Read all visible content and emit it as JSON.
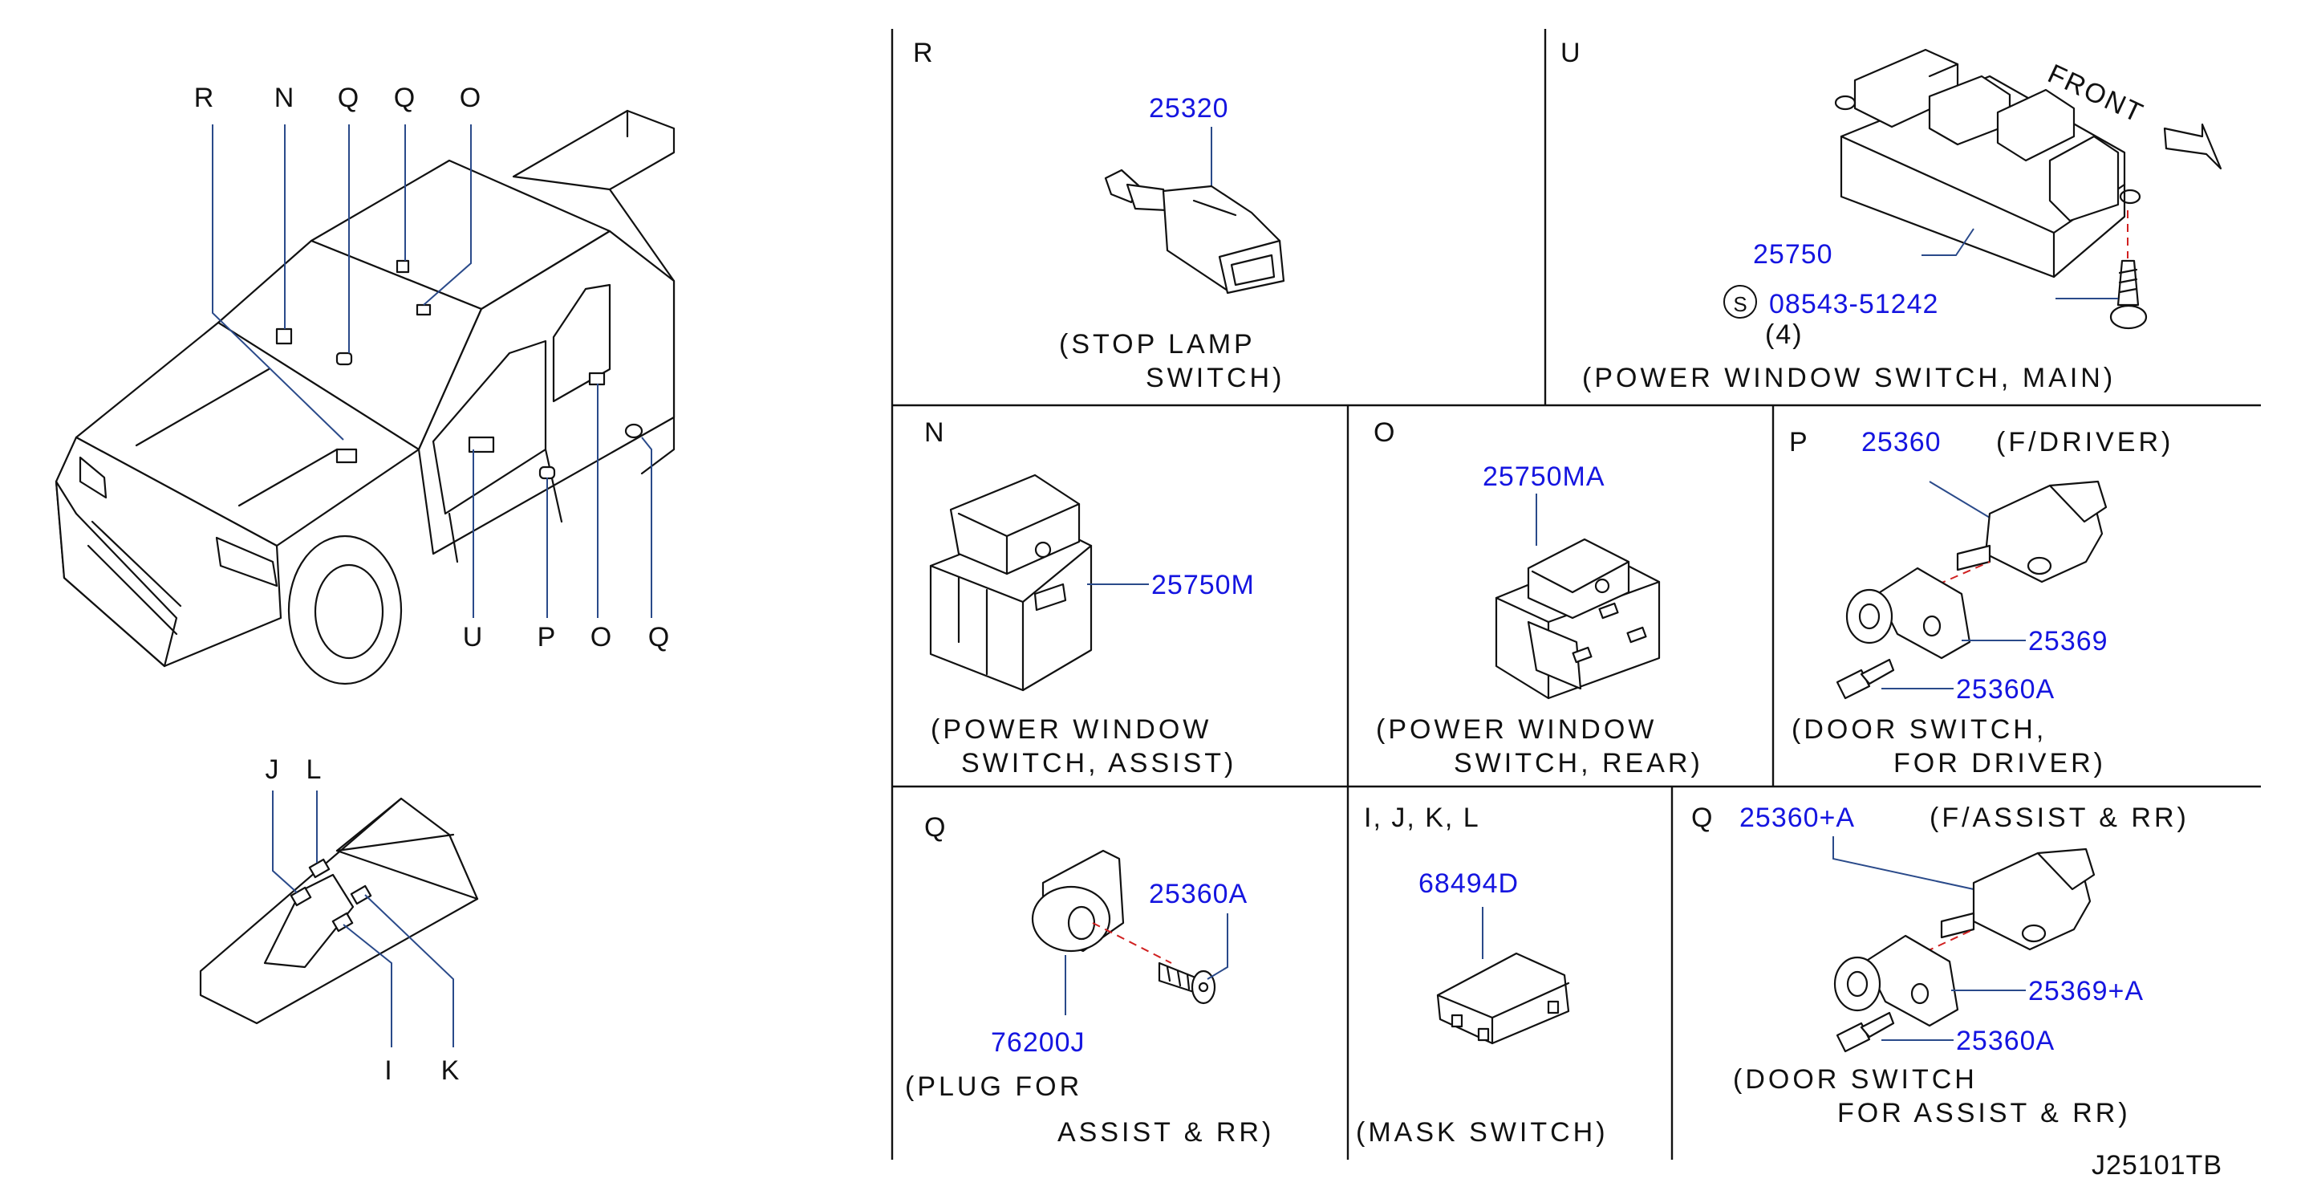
{
  "overview": {
    "car_labels_top": [
      "R",
      "N",
      "Q",
      "Q",
      "O"
    ],
    "car_labels_bottom": [
      "U",
      "P",
      "O",
      "Q"
    ],
    "console_labels_top": [
      "J",
      "L"
    ],
    "console_labels_bottom": [
      "I",
      "K"
    ]
  },
  "panels": {
    "r": {
      "letter": "R",
      "part": "25320",
      "caption_1": "(STOP LAMP",
      "caption_2": "SWITCH)"
    },
    "u": {
      "letter": "U",
      "part": "25750",
      "screw_part": "08543-51242",
      "screw_qty": "(4)",
      "s_mark": "S",
      "front": "FRONT",
      "caption": "(POWER WINDOW SWITCH, MAIN)"
    },
    "n": {
      "letter": "N",
      "part": "25750M",
      "caption_1": "(POWER WINDOW",
      "caption_2": "SWITCH, ASSIST)"
    },
    "o": {
      "letter": "O",
      "part": "25750MA",
      "caption_1": "(POWER WINDOW",
      "caption_2": "SWITCH, REAR)"
    },
    "p": {
      "letter": "P",
      "part_1": "25360",
      "note": "(F/DRIVER)",
      "part_2": "25369",
      "part_3": "25360A",
      "caption_1": "(DOOR SWITCH,",
      "caption_2": "FOR DRIVER)"
    },
    "q1": {
      "letter": "Q",
      "part_1": "25360A",
      "part_2": "76200J",
      "caption_1": "(PLUG FOR",
      "caption_2": "ASSIST & RR)"
    },
    "ijkl": {
      "letter": "I, J, K, L",
      "part": "68494D",
      "caption": "(MASK SWITCH)"
    },
    "q2": {
      "letter": "Q",
      "part_1": "25360+A",
      "note": "(F/ASSIST & RR)",
      "part_2": "25369+A",
      "part_3": "25360A",
      "caption_1": "(DOOR SWITCH",
      "caption_2": "FOR ASSIST & RR)"
    }
  },
  "figure_code": "J25101TB"
}
